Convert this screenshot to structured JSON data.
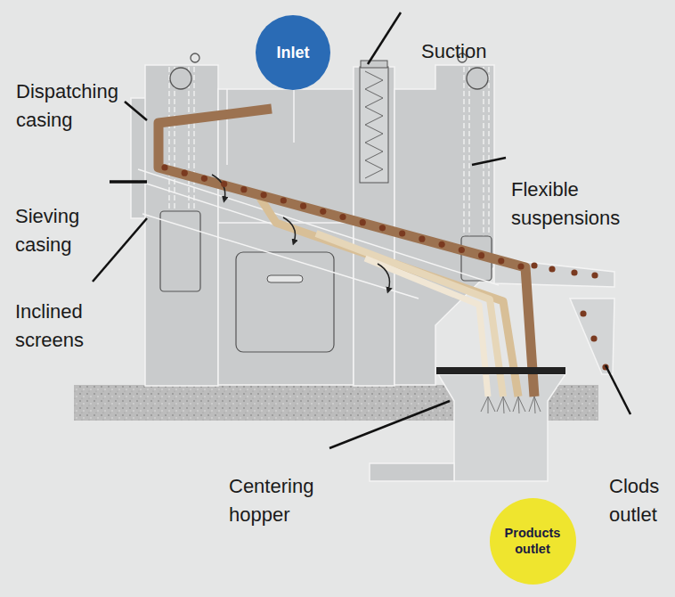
{
  "diagram": {
    "nodes": [
      {
        "text": [
          "Inlet"
        ]
      },
      {
        "text": [
          "Products outlet"
        ]
      }
    ],
    "labels": [
      "Dispatching casing",
      "Suction",
      "Flexible suspensions",
      "Sieving casing",
      "Inclined screens",
      "Centering hopper",
      "Clods outlet"
    ]
  }
}
